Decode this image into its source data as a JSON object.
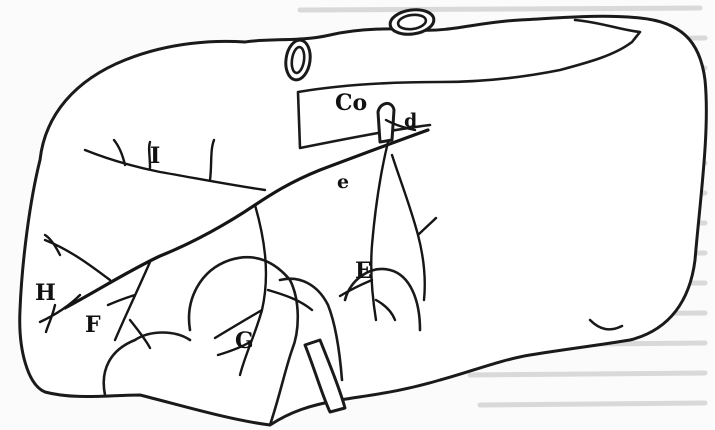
{
  "figure": {
    "labels": {
      "co": "Co",
      "d": "d",
      "e": "e",
      "i": "I",
      "h": "H",
      "f": "F",
      "g": "G",
      "e_upper": "E"
    }
  }
}
